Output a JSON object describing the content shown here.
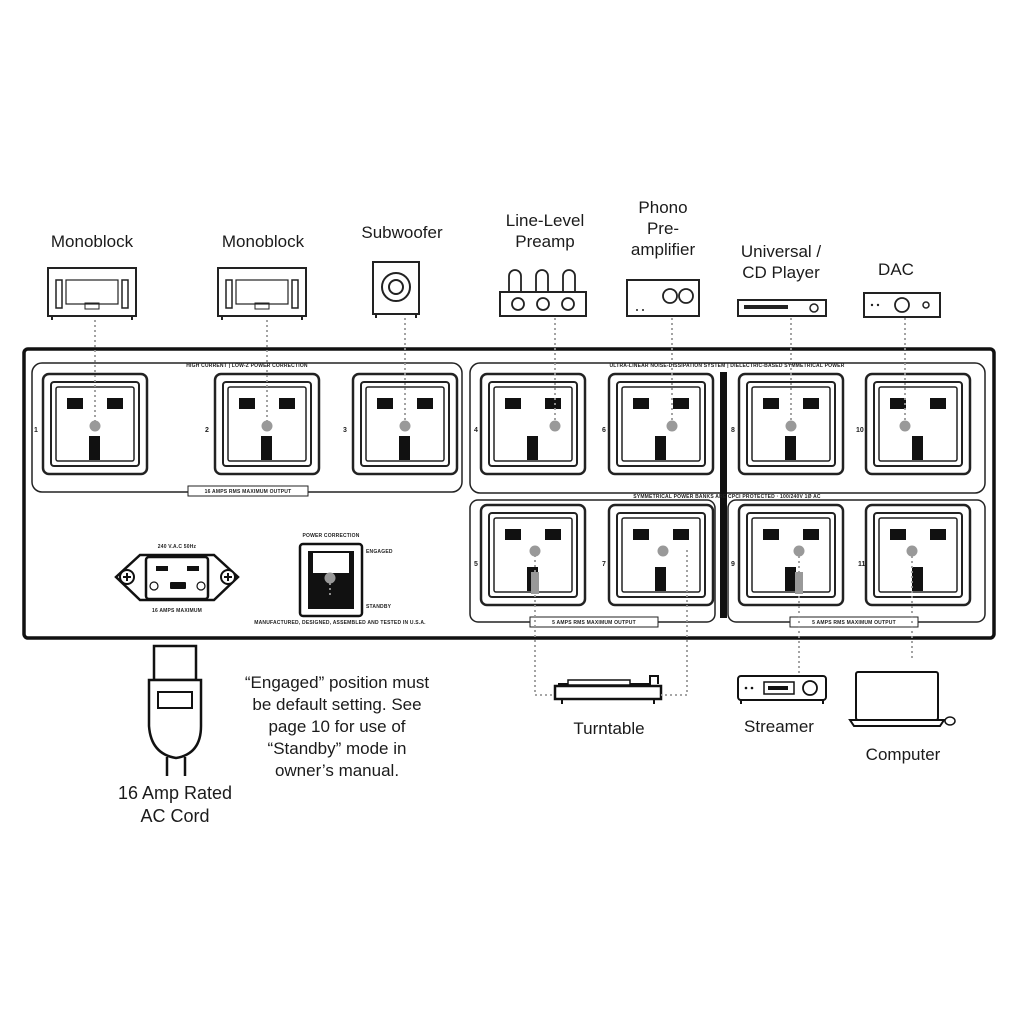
{
  "devices": {
    "monoblock_1": "Monoblock",
    "monoblock_2": "Monoblock",
    "subwoofer": "Subwoofer",
    "preamp_line1": "Line-Level",
    "preamp_line2": "Preamp",
    "phono_line1": "Phono",
    "phono_line2": "Pre-",
    "phono_line3": "amplifier",
    "cd_line1": "Universal /",
    "cd_line2": "CD Player",
    "dac": "DAC",
    "turntable": "Turntable",
    "streamer": "Streamer",
    "computer": "Computer"
  },
  "panel": {
    "left_bank_title": "HIGH CURRENT | LOW-Z POWER CORRECTION",
    "left_bank_output": "16 AMPS RMS MAXIMUM OUTPUT",
    "right_bank_title": "ULTRA-LINEAR NOISE-DISSIPATION SYSTEM | DIELECTRIC-BASED SYMMETRICAL POWER",
    "symmetrical_note": "SYMMETRICAL POWER BANKS ARE CPCI PROTECTED · 100/240V 1Ø AC",
    "bank_a_output": "5 AMPS RMS MAXIMUM OUTPUT",
    "bank_b_output": "5 AMPS RMS MAXIMUM OUTPUT",
    "inlet_rating": "240 V.A.C 50Hz",
    "inlet_max": "16 AMPS MAXIMUM",
    "power_correction": "POWER CORRECTION",
    "engaged": "ENGAGED",
    "standby": "STANDBY",
    "manufacturer": "MANUFACTURED, DESIGNED, ASSEMBLED AND TESTED IN U.S.A.",
    "outlet_numbers": [
      "1",
      "2",
      "3",
      "4",
      "6",
      "8",
      "10",
      "5",
      "7",
      "9",
      "11"
    ]
  },
  "notes": {
    "cord_line1": "16 Amp Rated",
    "cord_line2": "AC Cord",
    "engaged_note": "“Engaged” position must be default setting. See page 10 for use of “Standby” mode in owner’s manual."
  }
}
